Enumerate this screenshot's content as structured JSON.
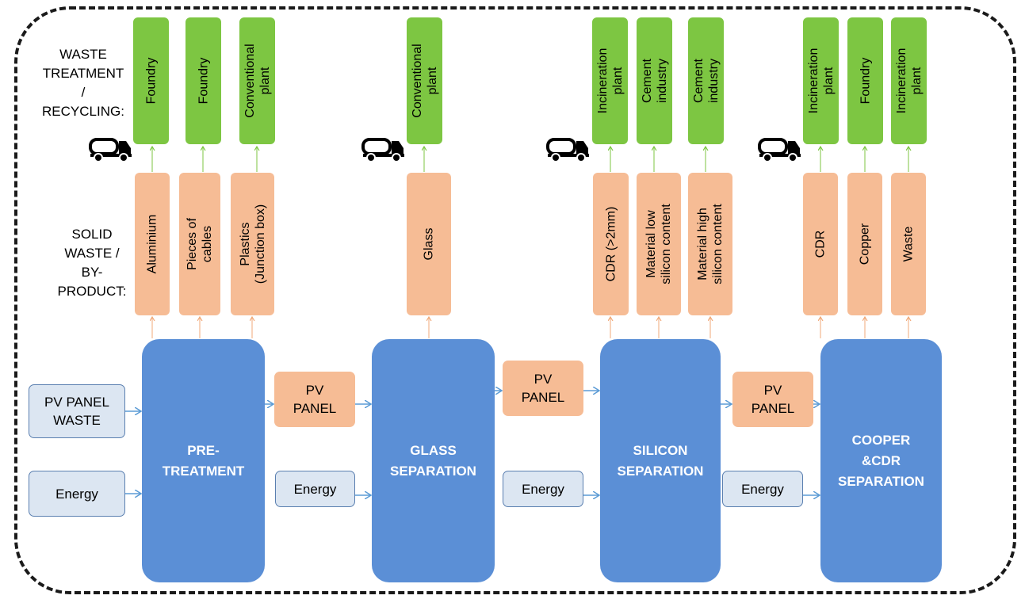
{
  "row_labels": {
    "waste_treatment": [
      "WASTE",
      "TREATMENT",
      "/ RECYCLING:"
    ],
    "solid_waste": [
      "SOLID",
      "WASTE /",
      "BY-",
      "PRODUCT:"
    ]
  },
  "inputs": {
    "pv_panel_waste": [
      "PV PANEL",
      "WASTE"
    ],
    "energy": "Energy"
  },
  "stages": [
    {
      "lines": [
        "PRE-",
        "TREATMENT"
      ]
    },
    {
      "lines": [
        "GLASS",
        "SEPARATION"
      ]
    },
    {
      "lines": [
        "SILICON",
        "SEPARATION"
      ]
    },
    {
      "lines": [
        "COOPER",
        "&CDR",
        "SEPARATION"
      ]
    }
  ],
  "intermediate": [
    {
      "panel": [
        "PV",
        "PANEL"
      ],
      "energy": "Energy"
    },
    {
      "panel": [
        "PV",
        "PANEL"
      ],
      "energy": "Energy"
    },
    {
      "panel": [
        "PV",
        "PANEL"
      ],
      "energy": "Energy"
    }
  ],
  "byproducts": [
    {
      "lines": [
        "Aluminium"
      ]
    },
    {
      "lines": [
        "Pieces of",
        "cables"
      ]
    },
    {
      "lines": [
        "Plastics",
        "(Junction box)"
      ]
    },
    {
      "lines": [
        "Glass"
      ]
    },
    {
      "lines": [
        "CDR (>2mm)"
      ]
    },
    {
      "lines": [
        "Material low",
        "silicon content"
      ]
    },
    {
      "lines": [
        "Material high",
        "silicon content"
      ]
    },
    {
      "lines": [
        "CDR"
      ]
    },
    {
      "lines": [
        "Copper"
      ]
    },
    {
      "lines": [
        "Waste"
      ]
    }
  ],
  "treatments": [
    {
      "lines": [
        "Foundry"
      ]
    },
    {
      "lines": [
        "Foundry"
      ]
    },
    {
      "lines": [
        "Conventional",
        "plant"
      ]
    },
    {
      "lines": [
        "Conventional",
        "plant"
      ]
    },
    {
      "lines": [
        "Incineration",
        "plant"
      ]
    },
    {
      "lines": [
        "Cement",
        "industry"
      ]
    },
    {
      "lines": [
        "Cement",
        "industry"
      ]
    },
    {
      "lines": [
        "Incineration",
        "plant"
      ]
    },
    {
      "lines": [
        "Foundry"
      ]
    },
    {
      "lines": [
        "Incineration",
        "plant"
      ]
    }
  ],
  "colors": {
    "treatment": "#7dc642",
    "byproduct": "#f6bc95",
    "stage": "#5b8fd6",
    "input": "#dce6f2",
    "arrow": "#5b9bd5"
  },
  "icons": [
    "truck-icon",
    "truck-icon",
    "truck-icon",
    "truck-icon"
  ]
}
